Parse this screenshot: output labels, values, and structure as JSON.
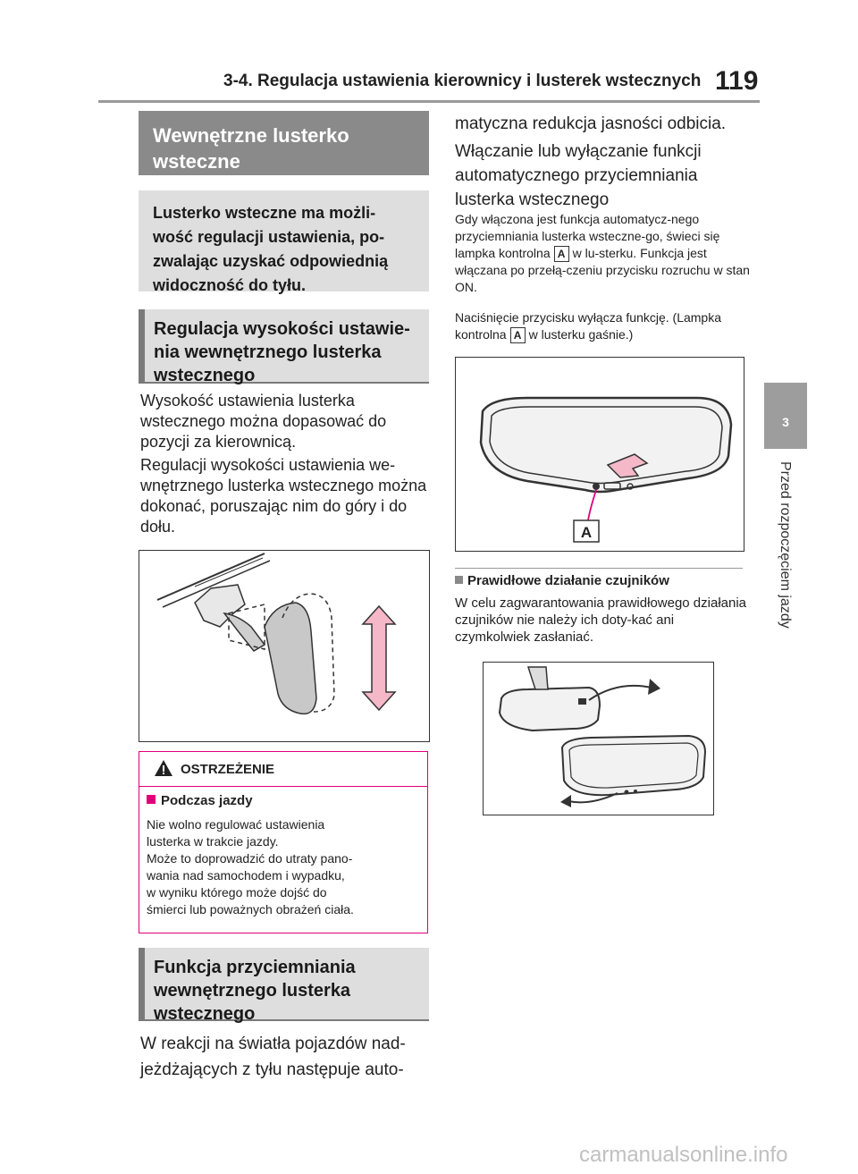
{
  "header": {
    "title": "3-4. Regulacja ustawienia kierownicy i lusterek wstecznych",
    "page_number": "119",
    "chapter_number": "3",
    "chapter_title": "Przed rozpoczęciem jazdy"
  },
  "left": {
    "section_title": "Wewnętrzne lusterko wsteczne",
    "intro": "Lusterko wsteczne ma możli-wość regulacji ustawienia, po-zwalając uzyskać odpowiednią widoczność do tyłu.",
    "subhead1": "Regulacja wysokości ustawie-nia wewnętrznego lusterka wstecznego",
    "para1": "Wysokość ustawienia lusterka wstecznego można dopasować do pozycji za kierownicą.",
    "para2": "Regulacji wysokości ustawienia we-wnętrznego lusterka wstecznego można dokonać, poruszając nim do góry i do dołu.",
    "warning": {
      "title": "OSTRZEŻENIE",
      "subtitle": "Podczas jazdy",
      "text": "Nie wolno regulować ustawienia\nlusterka w trakcie jazdy.\nMoże to doprowadzić do utraty pano-\nwania nad samochodem i wypadku,\nw wyniku którego może dojść do\nśmierci lub poważnych obrażeń ciała."
    },
    "subhead2": "Funkcja przyciemniania wewnętrznego lusterka wstecznego",
    "para3": "W reakcji na światła pojazdów nad-jeżdżających z tyłu następuje auto-"
  },
  "right": {
    "para_cont": "matyczna redukcja jasności odbicia.",
    "para_switch": "Włączanie lub wyłączanie funkcji automatycznego przyciemniania lusterka wstecznego",
    "small1_a": "Gdy włączona jest funkcja automatycz-nego przyciemniania lusterka wsteczne-go, świeci się lampka kontrolna",
    "small1_b": "w lu-sterku. Funkcja jest włączana po przełą-czeniu przycisku rozruchu w stan ON.",
    "small2_a": "Naciśnięcie przycisku wyłącza funkcję. (Lampka kontrolna",
    "small2_b": "w lusterku gaśnie.)",
    "indicator_label": "A",
    "figure_label": "A",
    "sensor_title": "Prawidłowe działanie czujników",
    "sensor_text": "W celu zagwarantowania prawidłowego działania czujników nie należy ich doty-kać ani czymkolwiek zasłaniać."
  },
  "watermark": "carmanualsonline.info",
  "colors": {
    "warning_border": "#e0007a",
    "section_dark": "#8a8a8a",
    "section_light": "#dedede",
    "arrow_fill": "#f4b8c8"
  }
}
